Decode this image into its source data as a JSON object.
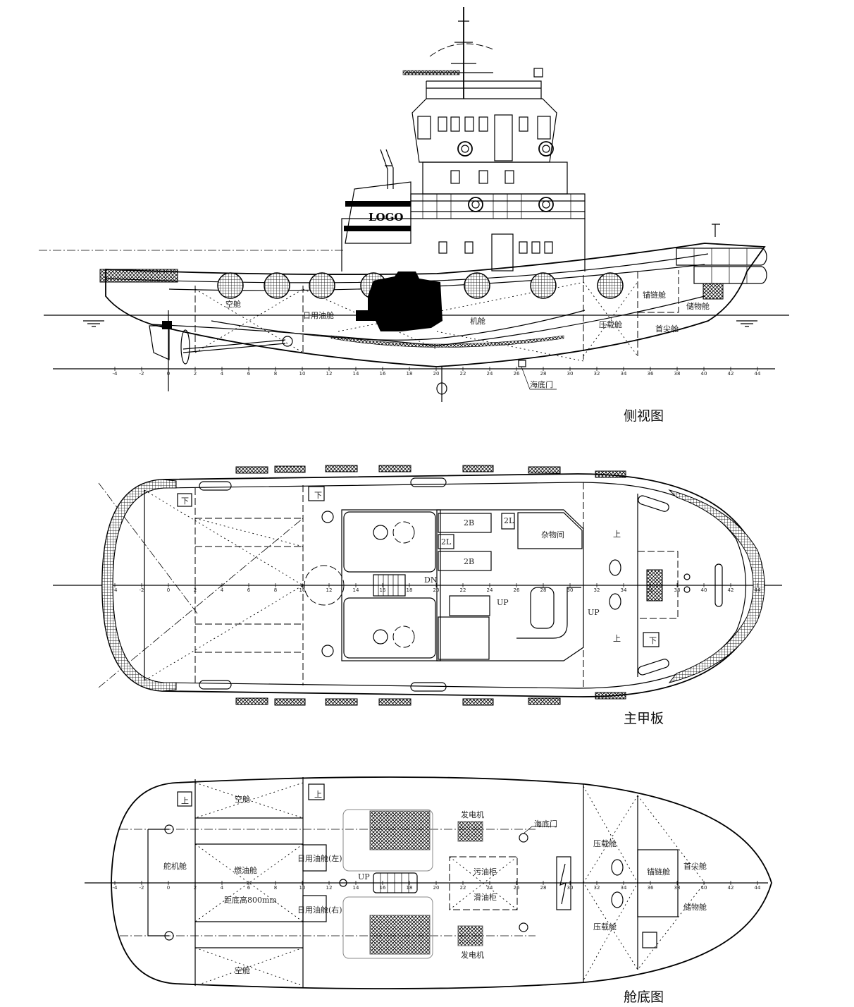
{
  "views": {
    "side": {
      "title": "侧视图",
      "logo": "LOGO",
      "labels": {
        "void_tank": "空舱",
        "daily_oil_tank": "日用油舱",
        "engine_room": "机舱",
        "ballast_tank": "压载舱",
        "chain_locker": "锚链舱",
        "store": "储物舱",
        "fore_peak": "首尖舱",
        "sea_chest": "海底门"
      }
    },
    "main_deck": {
      "title": "主甲板",
      "labels": {
        "cabin_2b_top": "2B",
        "cabin_2b_bottom": "2B",
        "cabin_2l": "2L",
        "cabin_2l_upper": "2L",
        "storeroom": "杂物间",
        "dn": "DN",
        "up_stair": "UP",
        "up_door": "UP",
        "up_left": "上",
        "up_left2": "上",
        "down_sign_1": "下",
        "down_sign_2": "下",
        "down_sign_3": "下"
      }
    },
    "bottom": {
      "title": "舱底图",
      "labels": {
        "void_top": "空舱",
        "void_bottom": "空舱",
        "steering_room": "舵机舱",
        "fuel_tank": "燃油舱",
        "height_note": "距底高800mm",
        "daily_tank_left": "日用油舱(左)",
        "daily_tank_right": "日用油舱(右)",
        "generator_top": "发电机",
        "generator_bottom": "发电机",
        "sea_chest": "海底门",
        "sludge_tank": "污油柜",
        "lube_tank": "滑油柜",
        "ballast_top": "压载舱",
        "ballast_bottom": "压载舱",
        "chain_locker": "锚链舱",
        "fore_peak": "首尖舱",
        "store": "储物舱",
        "up": "UP",
        "up_sign_1": "上",
        "up_sign_2": "上"
      }
    }
  },
  "frame_numbers": [
    -4,
    -2,
    0,
    2,
    4,
    6,
    8,
    10,
    12,
    14,
    16,
    18,
    20,
    22,
    24,
    26,
    28,
    30,
    32,
    34,
    36,
    38,
    40,
    42,
    44
  ]
}
